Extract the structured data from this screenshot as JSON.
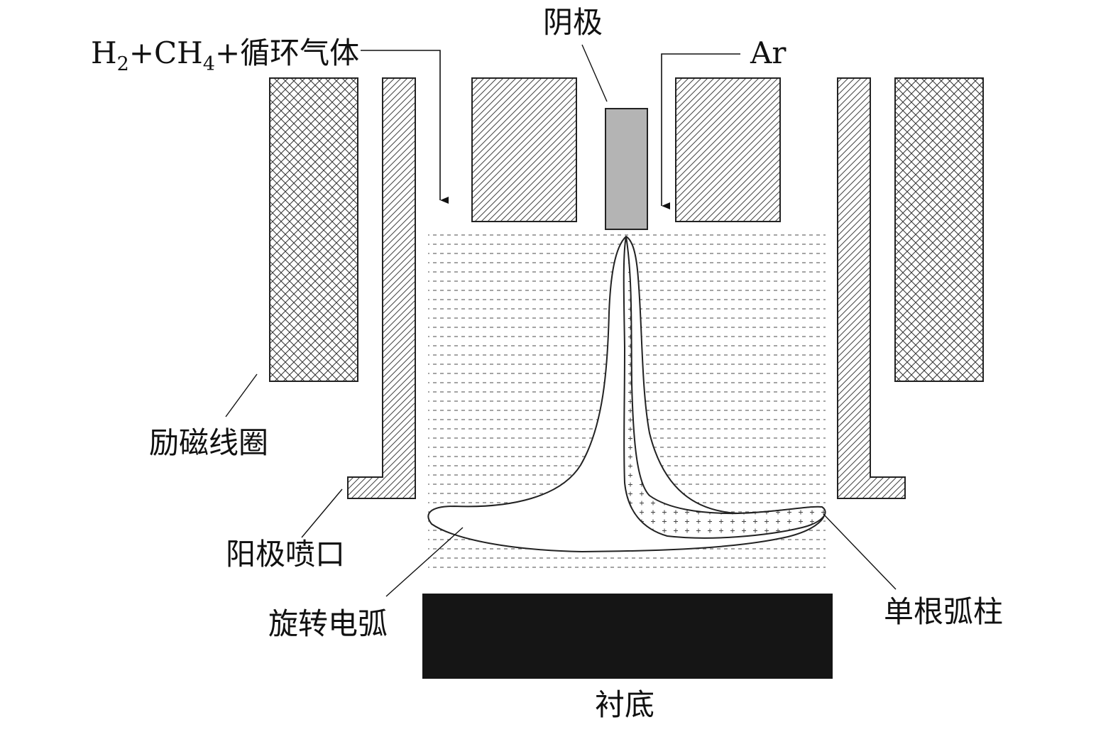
{
  "diagram": {
    "labels": {
      "gas_inlet_h": "H",
      "gas_inlet_h_sub": "2",
      "gas_inlet_plus_ch": "+CH",
      "gas_inlet_ch_sub": "4",
      "gas_inlet_rest": "+循环气体",
      "cathode": "阴极",
      "argon": "Ar",
      "excitation_coil": "励磁线圈",
      "anode_nozzle": "阳极喷口",
      "rotating_arc": "旋转电弧",
      "single_arc_column": "单根弧柱",
      "substrate": "衬底"
    }
  }
}
